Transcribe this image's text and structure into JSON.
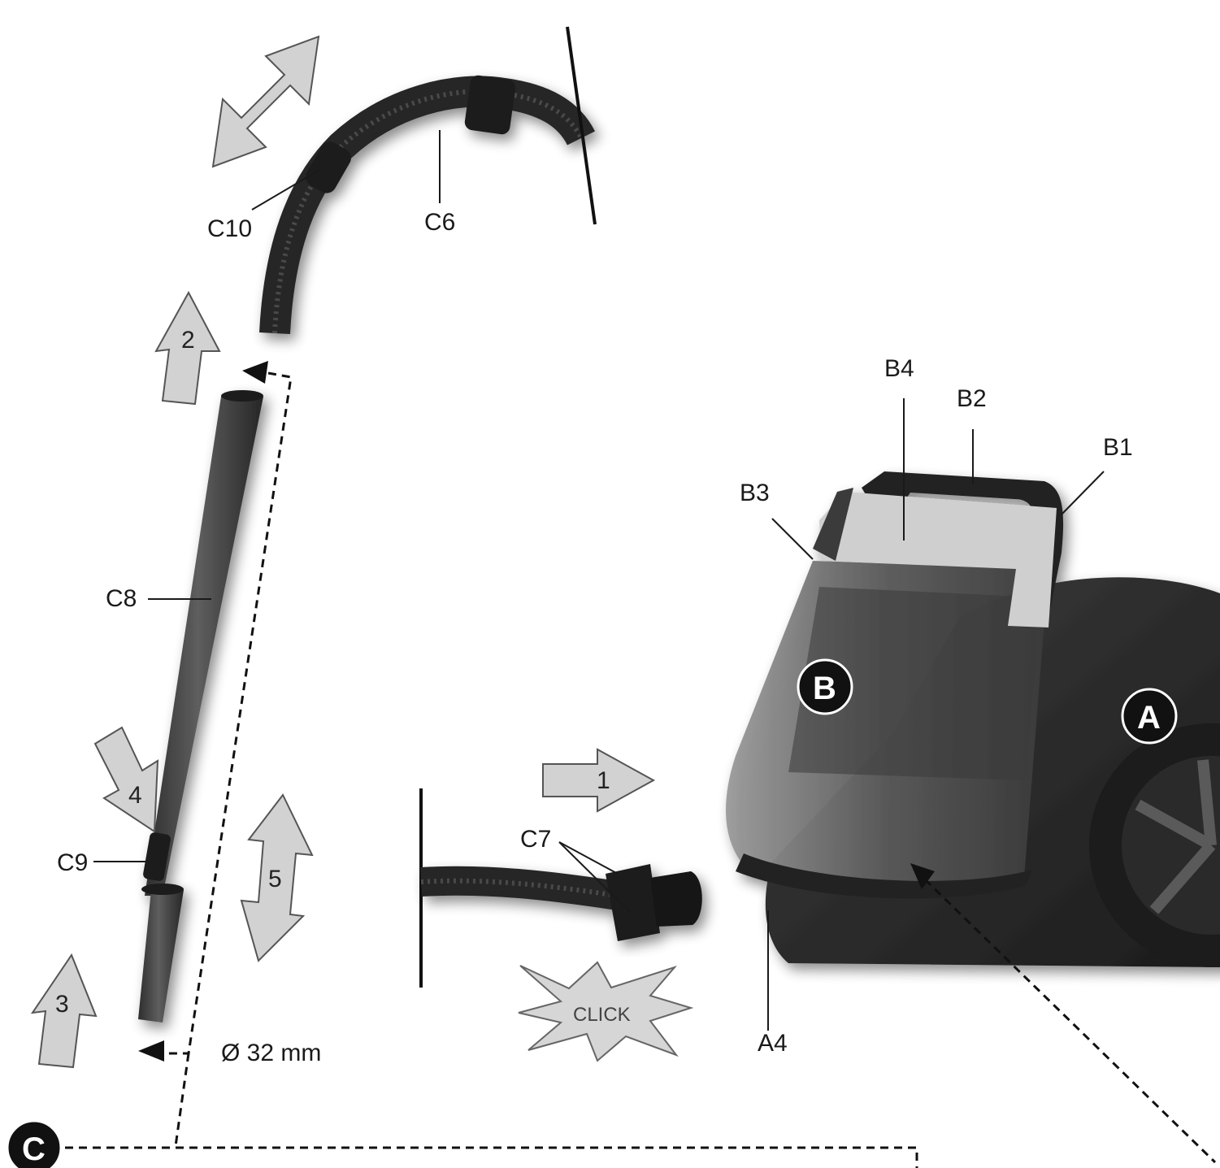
{
  "labels": {
    "c10": "C10",
    "c6": "C6",
    "c8": "C8",
    "c9": "C9",
    "c7": "C7",
    "b1": "B1",
    "b2": "B2",
    "b3": "B3",
    "b4": "B4",
    "a4": "A4",
    "diameter": "Ø 32 mm"
  },
  "steps": {
    "s1": "1",
    "s2": "2",
    "s3": "3",
    "s4": "4",
    "s5": "5"
  },
  "badges": {
    "a": "A",
    "b": "B",
    "c": "C"
  },
  "click": "CLICK",
  "colors": {
    "hose": "#2a2a2a",
    "tube": "#4a4a4a",
    "arrow_fill": "#d2d2d2",
    "badge": "#111111"
  }
}
